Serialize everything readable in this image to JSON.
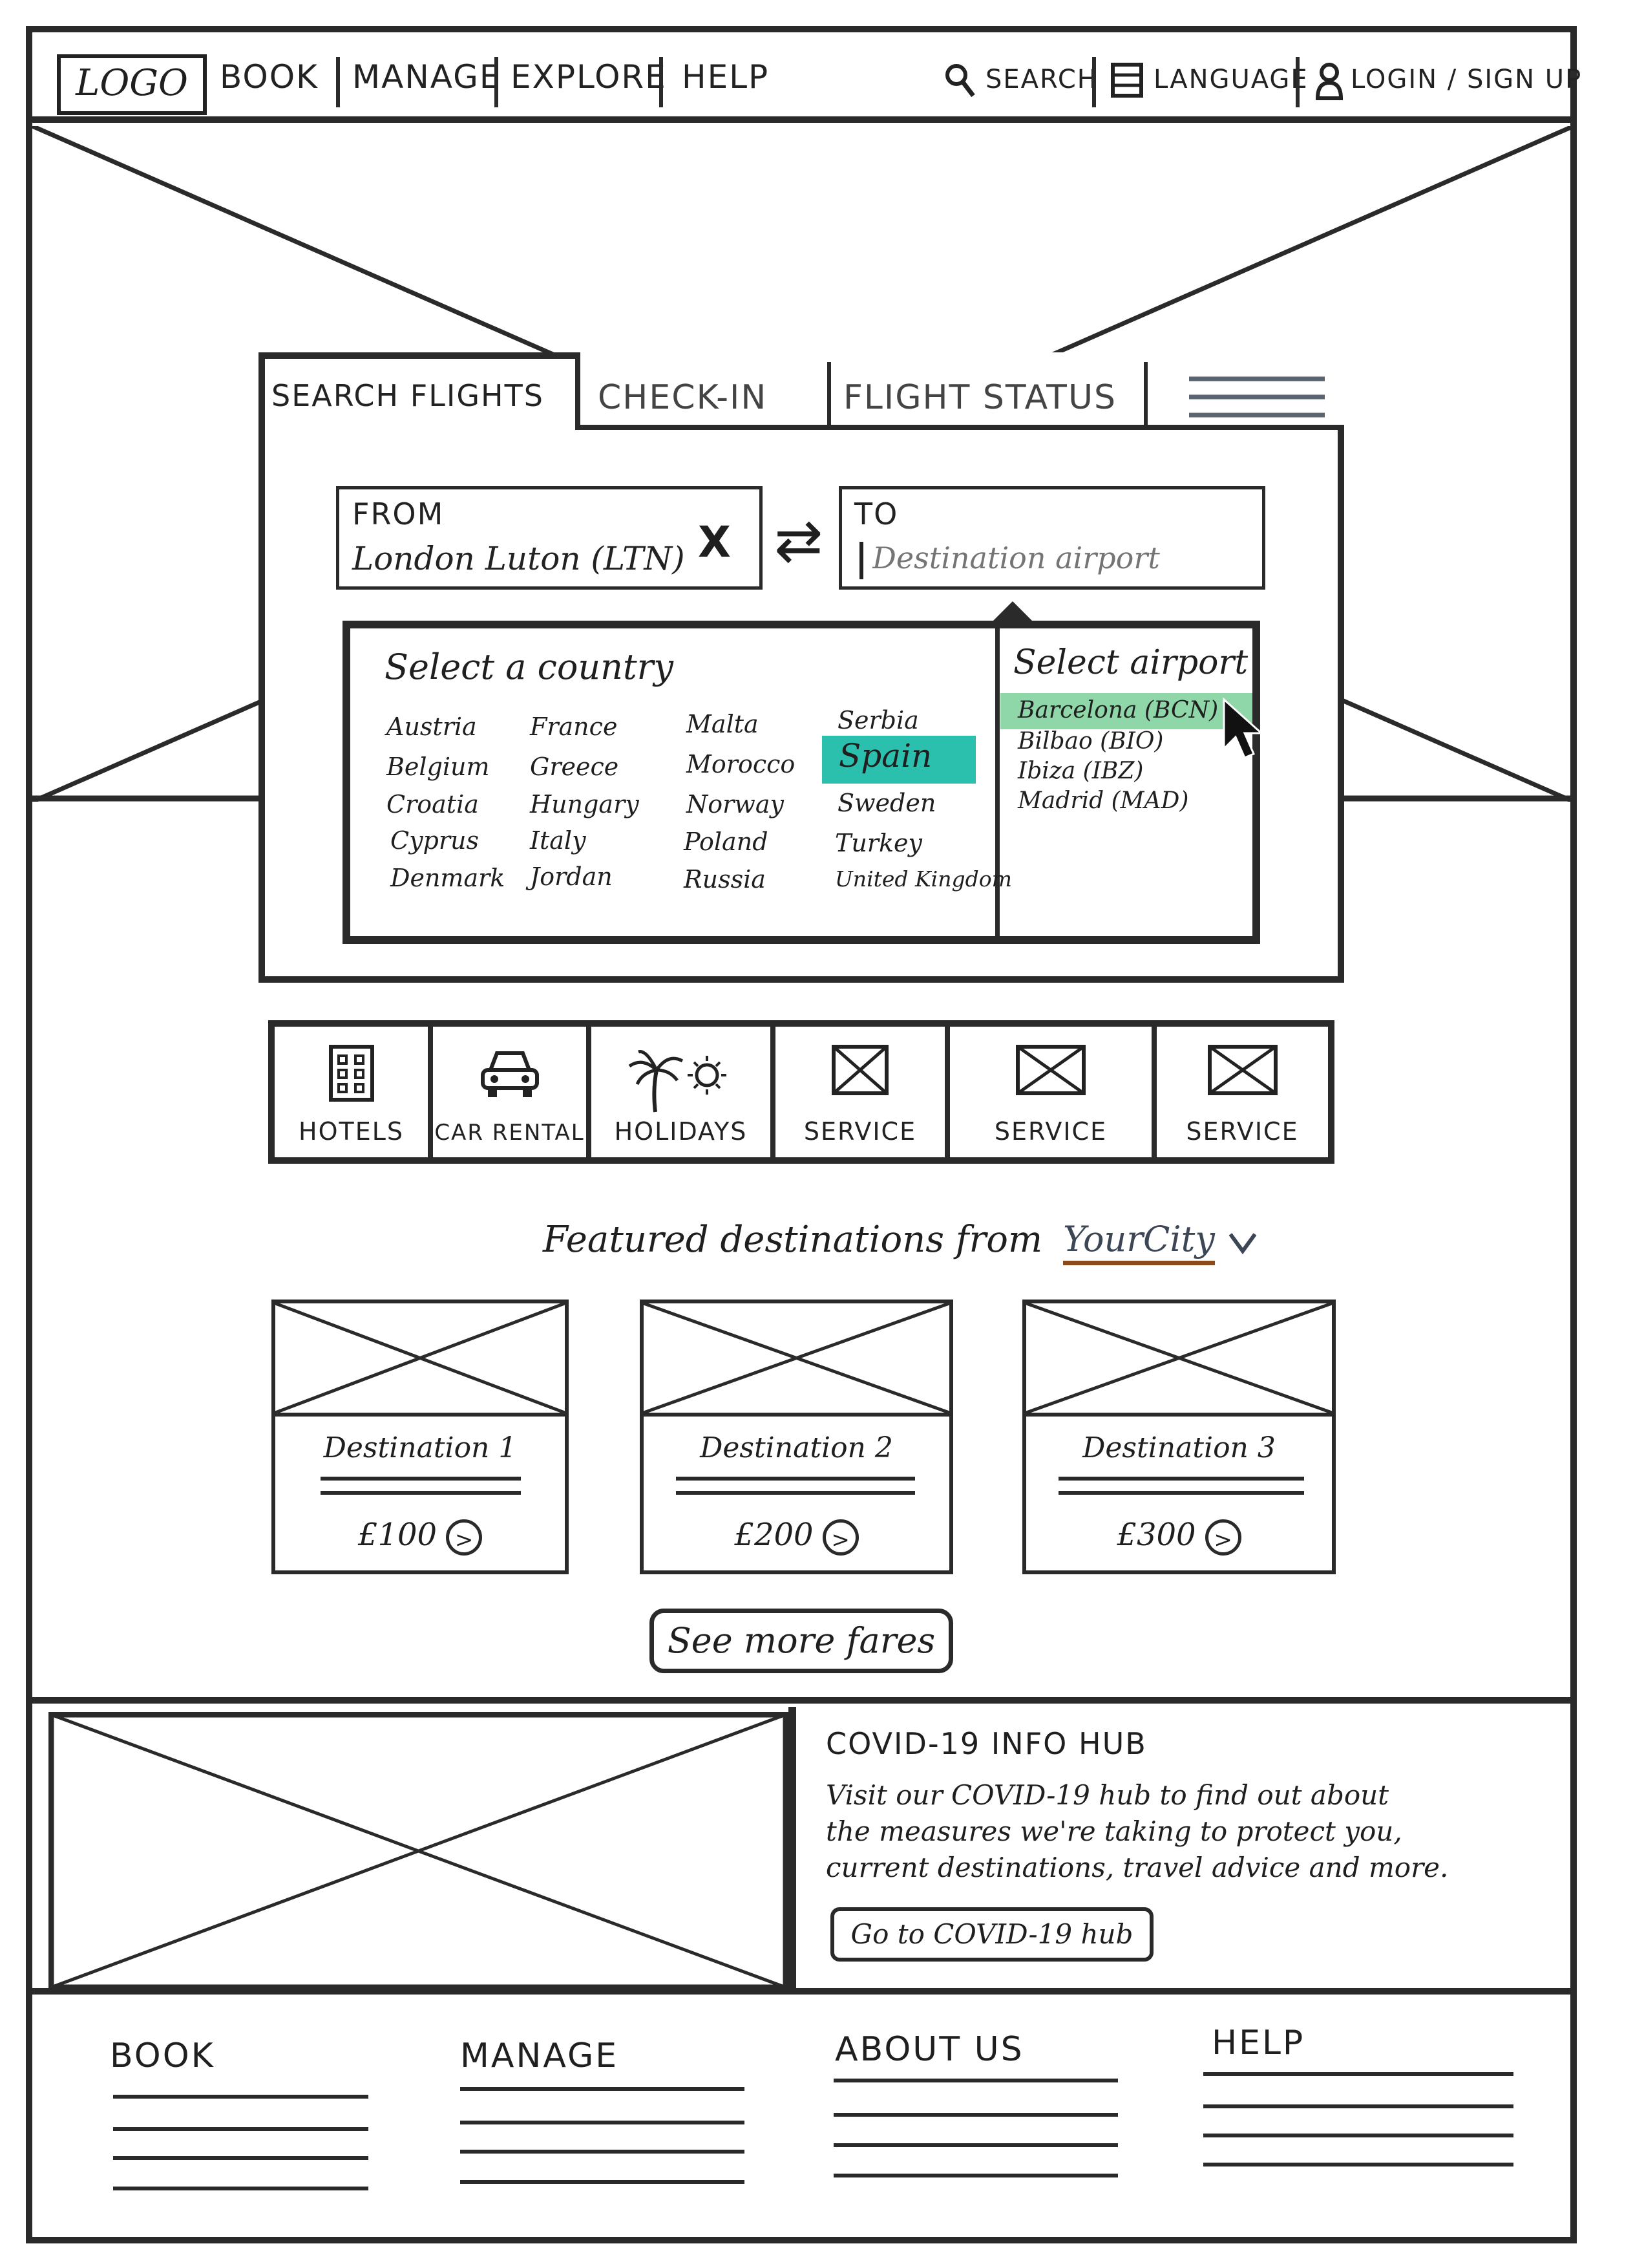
{
  "nav": {
    "logo": "LOGO",
    "links": [
      "BOOK",
      "MANAGE",
      "EXPLORE",
      "HELP"
    ],
    "search": "SEARCH",
    "language": "LANGUAGE",
    "login": "LOGIN / SIGN UP"
  },
  "search_widget": {
    "tabs": [
      "SEARCH FLIGHTS",
      "CHECK-IN",
      "FLIGHT STATUS"
    ],
    "from_label": "FROM",
    "from_value": "London Luton (LTN)",
    "clear_symbol": "X",
    "to_label": "TO",
    "to_placeholder": "Destination airport",
    "swap_symbol": "⇄"
  },
  "dropdown": {
    "country_title": "Select a country",
    "countries": [
      [
        "Austria",
        "France",
        "Malta",
        "Serbia"
      ],
      [
        "Belgium",
        "Greece",
        "Morocco",
        "Spain"
      ],
      [
        "Croatia",
        "Hungary",
        "Norway",
        "Sweden"
      ],
      [
        "Cyprus",
        "Italy",
        "Poland",
        "Turkey"
      ],
      [
        "Denmark",
        "Jordan",
        "Russia",
        "United Kingdom"
      ]
    ],
    "selected_country": "Spain",
    "airport_title": "Select airport",
    "airports": [
      "Barcelona (BCN)",
      "Bilbao (BIO)",
      "Ibiza (IBZ)",
      "Madrid (MAD)"
    ],
    "selected_airport": "Barcelona (BCN)",
    "highlight_color": "#2bbfae",
    "airport_highlight_color": "#8fd6a8"
  },
  "services": [
    "HOTELS",
    "CAR RENTAL",
    "HOLIDAYS",
    "SERVICE",
    "SERVICE",
    "SERVICE"
  ],
  "featured": {
    "title": "Featured destinations from",
    "city": "YourCity",
    "city_underline_color": "#8a4a1c",
    "destinations": [
      {
        "name": "Destination 1",
        "price": "£100"
      },
      {
        "name": "Destination 2",
        "price": "£200"
      },
      {
        "name": "Destination 3",
        "price": "£300"
      }
    ],
    "more_button": "See more fares"
  },
  "covid": {
    "title": "COVID-19 INFO HUB",
    "body_lines": [
      "Visit our COVID-19 hub to find out about",
      "the measures we're taking to protect you,",
      "current destinations, travel advice and more."
    ],
    "button": "Go to COVID-19 hub"
  },
  "footer": {
    "columns": [
      "BOOK",
      "MANAGE",
      "ABOUT US",
      "HELP"
    ]
  }
}
